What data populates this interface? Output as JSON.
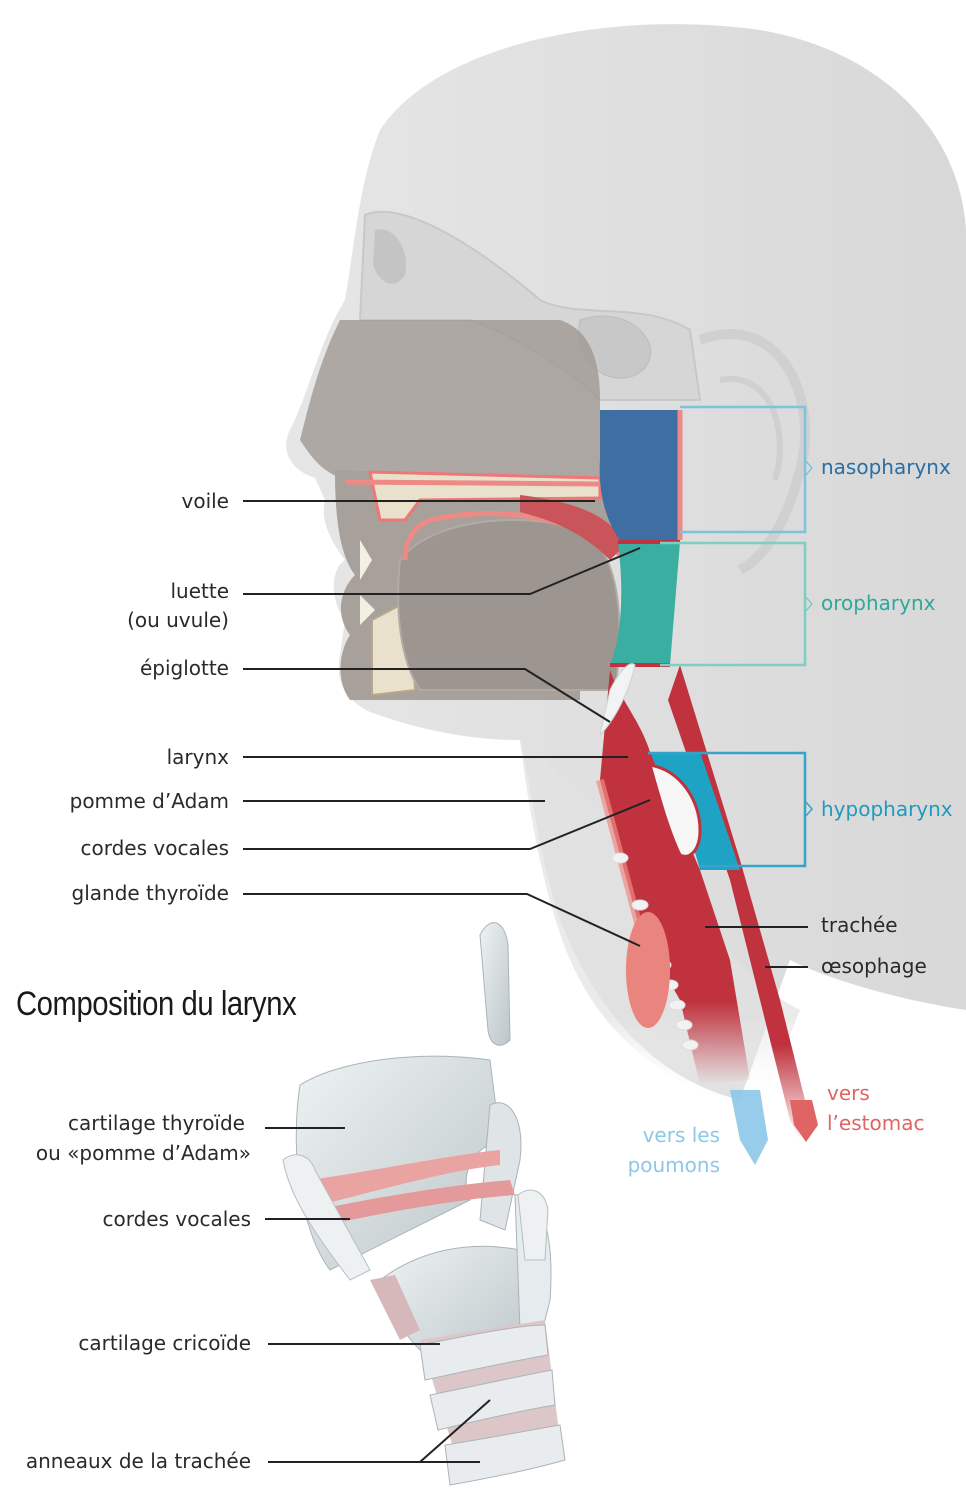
{
  "head_labels": {
    "voile": "voile",
    "luette_1": "luette",
    "luette_2": "(ou uvule)",
    "epiglotte": "épiglotte",
    "larynx": "larynx",
    "pomme": "pomme d’Adam",
    "cordes": "cordes vocales",
    "thyroide": "glande thyroïde",
    "trachee": "trachée",
    "oesophage": "œsophage"
  },
  "regions": {
    "nasopharynx": "nasopharynx",
    "oropharynx": "oropharynx",
    "hypopharynx": "hypopharynx"
  },
  "arrows": {
    "poumons_1": "vers les",
    "poumons_2": "poumons",
    "estomac_1": "vers",
    "estomac_2": "l’estomac"
  },
  "larynx_section": {
    "title": "Composition du larynx",
    "thyroide_1": "cartilage thyroïde",
    "thyroide_2": "ou «pomme d’Adam»",
    "cordes": "cordes vocales",
    "cricoide": "cartilage cricoïde",
    "anneaux": "anneaux de la trachée"
  },
  "colors": {
    "naso": "#2a6ea3",
    "oro": "#2fa89a",
    "hypo": "#1e9bbf",
    "box": "#7cc3dc",
    "lungs": "#8cc8e8",
    "stomach": "#e06464"
  }
}
